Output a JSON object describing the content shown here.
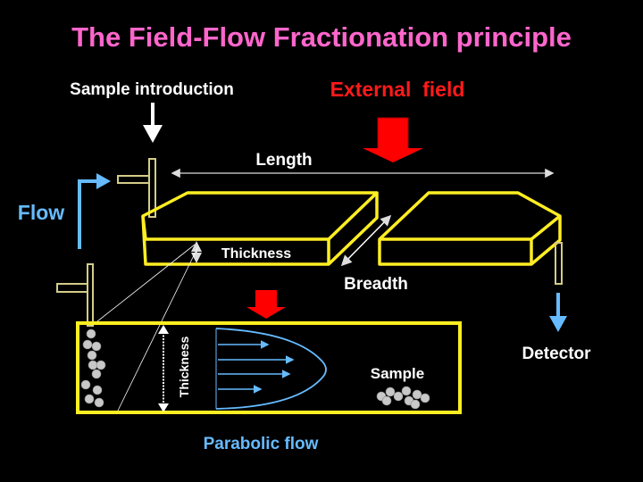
{
  "title": "The Field-Flow Fractionation principle",
  "labels": {
    "sample_introduction": "Sample introduction",
    "external_field": "External  field",
    "length": "Length",
    "flow": "Flow",
    "thickness": "Thickness",
    "breadth": "Breadth",
    "detector": "Detector",
    "thickness_vertical": "Thickness",
    "sample": "Sample",
    "parabolic_flow": "Parabolic flow"
  },
  "colors": {
    "background": "#000000",
    "title": "#ff66cc",
    "text": "#ffffff",
    "external_field": "#ff1a1a",
    "flow_blue": "#66bbff",
    "channel_yellow": "#ffee22",
    "tube_tan": "#d4cc88",
    "field_arrow_red": "#ff0000",
    "particle_gray": "#c8c8c8"
  }
}
